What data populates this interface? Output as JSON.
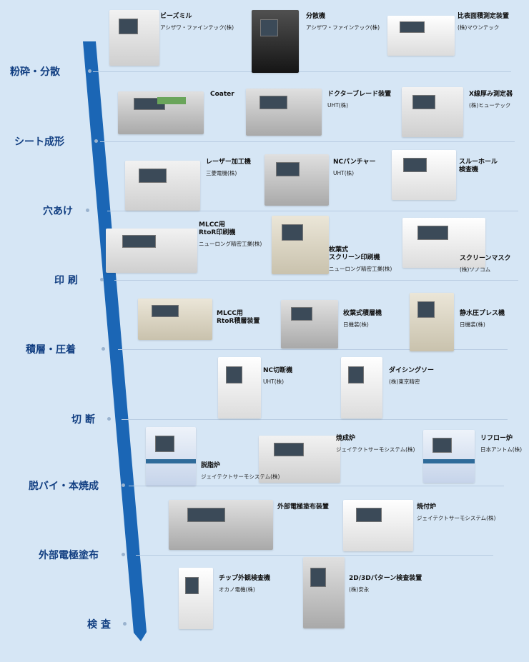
{
  "stages": [
    {
      "label": "粉砕・分散"
    },
    {
      "label": "シート成形"
    },
    {
      "label": "穴あけ"
    },
    {
      "label": "印 刷"
    },
    {
      "label": "積層・圧着"
    },
    {
      "label": "切 断"
    },
    {
      "label": "脱バイ・本焼成"
    },
    {
      "label": "外部電極塗布"
    },
    {
      "label": "検 査"
    }
  ],
  "machines": [
    {
      "name": "ビーズミル",
      "maker": "アシザワ・ファインテック(株)"
    },
    {
      "name": "分散機",
      "maker": "アシザワ・ファインテック(株)"
    },
    {
      "name": "比表面積測定装置",
      "maker": "(株)マウンテック"
    },
    {
      "name": "Coater",
      "maker": ""
    },
    {
      "name": "ドクターブレード装置",
      "maker": "UHT(株)"
    },
    {
      "name": "X線厚み測定器",
      "maker": "(株)ヒューテック"
    },
    {
      "name": "レーザー加工機",
      "maker": "三菱電機(株)"
    },
    {
      "name": "NCパンチャー",
      "maker": "UHT(株)"
    },
    {
      "name": "スルーホール\n検査機",
      "maker": ""
    },
    {
      "name": "MLCC用\nRtoR印刷機",
      "maker": "ニューロング精密工業(株)"
    },
    {
      "name": "枚葉式\nスクリーン印刷機",
      "maker": "ニューロング精密工業(株)"
    },
    {
      "name": "スクリーンマスク",
      "maker": "(株)ソノコム"
    },
    {
      "name": "MLCC用\nRtoR積層装置",
      "maker": ""
    },
    {
      "name": "枚葉式積層機",
      "maker": "日機装(株)"
    },
    {
      "name": "静水圧プレス機",
      "maker": "日機装(株)"
    },
    {
      "name": "NC切断機",
      "maker": "UHT(株)"
    },
    {
      "name": "ダイシングソー",
      "maker": "(株)東京精密"
    },
    {
      "name": "焼成炉",
      "maker": "ジェイテクトサーモシステム(株)"
    },
    {
      "name": "リフロー炉",
      "maker": "日本アントム(株)"
    },
    {
      "name": "脱脂炉",
      "maker": "ジェイテクトサーモシステム(株)"
    },
    {
      "name": "外部電極塗布装置",
      "maker": ""
    },
    {
      "name": "焼付炉",
      "maker": "ジェイテクトサーモシステム(株)"
    },
    {
      "name": "チップ外観検査機",
      "maker": "オカノ電機(株)"
    },
    {
      "name": "2D/3Dパターン検査装置",
      "maker": "(株)安永"
    }
  ],
  "colors": {
    "background": "#d6e6f5",
    "arrow": "#1b66b5",
    "label": "#123f82"
  }
}
